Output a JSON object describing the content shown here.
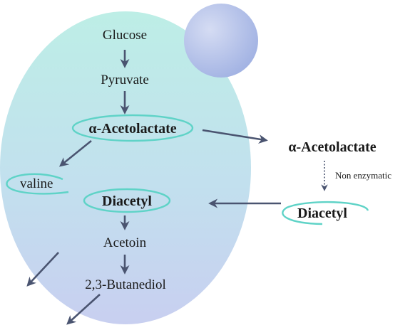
{
  "nodes": {
    "glucose": "Glucose",
    "pyruvate": "Pyruvate",
    "acetolactate_in": "α-Acetolactate",
    "valine": "valine",
    "diacetyl_in": "Diacetyl",
    "acetoin": "Acetoin",
    "butanediol": "2,3-Butanediol",
    "acetolactate_out": "α-Acetolactate",
    "diacetyl_out": "Diacetyl"
  },
  "edges": {
    "non_enzymatic": "Non enzymatic"
  },
  "colors": {
    "cell_fill_top": "#bdeee6",
    "cell_fill_bottom": "#c4cdf0",
    "bud_fill": "#a9b8e6",
    "ring": "#5fd3c7",
    "arrow": "#4a5470"
  }
}
